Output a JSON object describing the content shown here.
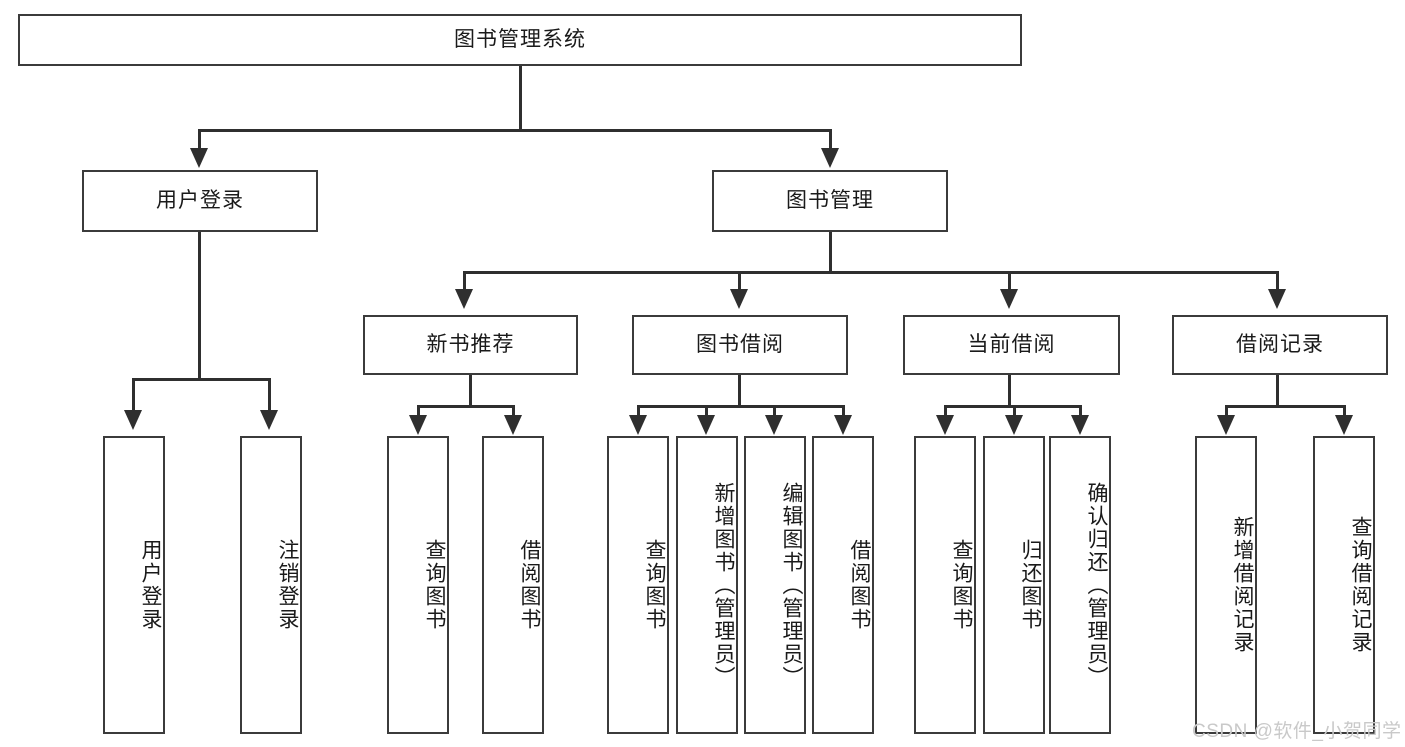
{
  "diagram": {
    "title": "图书管理系统",
    "watermark": "CSDN @软件_小贺同学",
    "root": {
      "label": "图书管理系统"
    },
    "level2": [
      {
        "label": "用户登录"
      },
      {
        "label": "图书管理"
      }
    ],
    "level3": [
      {
        "label": "新书推荐"
      },
      {
        "label": "图书借阅"
      },
      {
        "label": "当前借阅"
      },
      {
        "label": "借阅记录"
      }
    ],
    "leaves": {
      "user_login": [
        {
          "label": "用户登录"
        },
        {
          "label": "注销登录"
        }
      ],
      "new_book_recommend": [
        {
          "label": "查询图书"
        },
        {
          "label": "借阅图书"
        }
      ],
      "book_borrow": [
        {
          "label": "查询图书"
        },
        {
          "label": "新增图书（管理员）"
        },
        {
          "label": "编辑图书（管理员）"
        },
        {
          "label": "借阅图书"
        }
      ],
      "current_borrow": [
        {
          "label": "查询图书"
        },
        {
          "label": "归还图书"
        },
        {
          "label": "确认归还（管理员）"
        }
      ],
      "borrow_record": [
        {
          "label": "新增借阅记录"
        },
        {
          "label": "查询借阅记录"
        }
      ]
    },
    "colors": {
      "border": "#3b3b3b",
      "line": "#2f2f2f",
      "text": "#1a1a1a",
      "background": "#ffffff",
      "watermark": "#c9c9c9"
    }
  }
}
